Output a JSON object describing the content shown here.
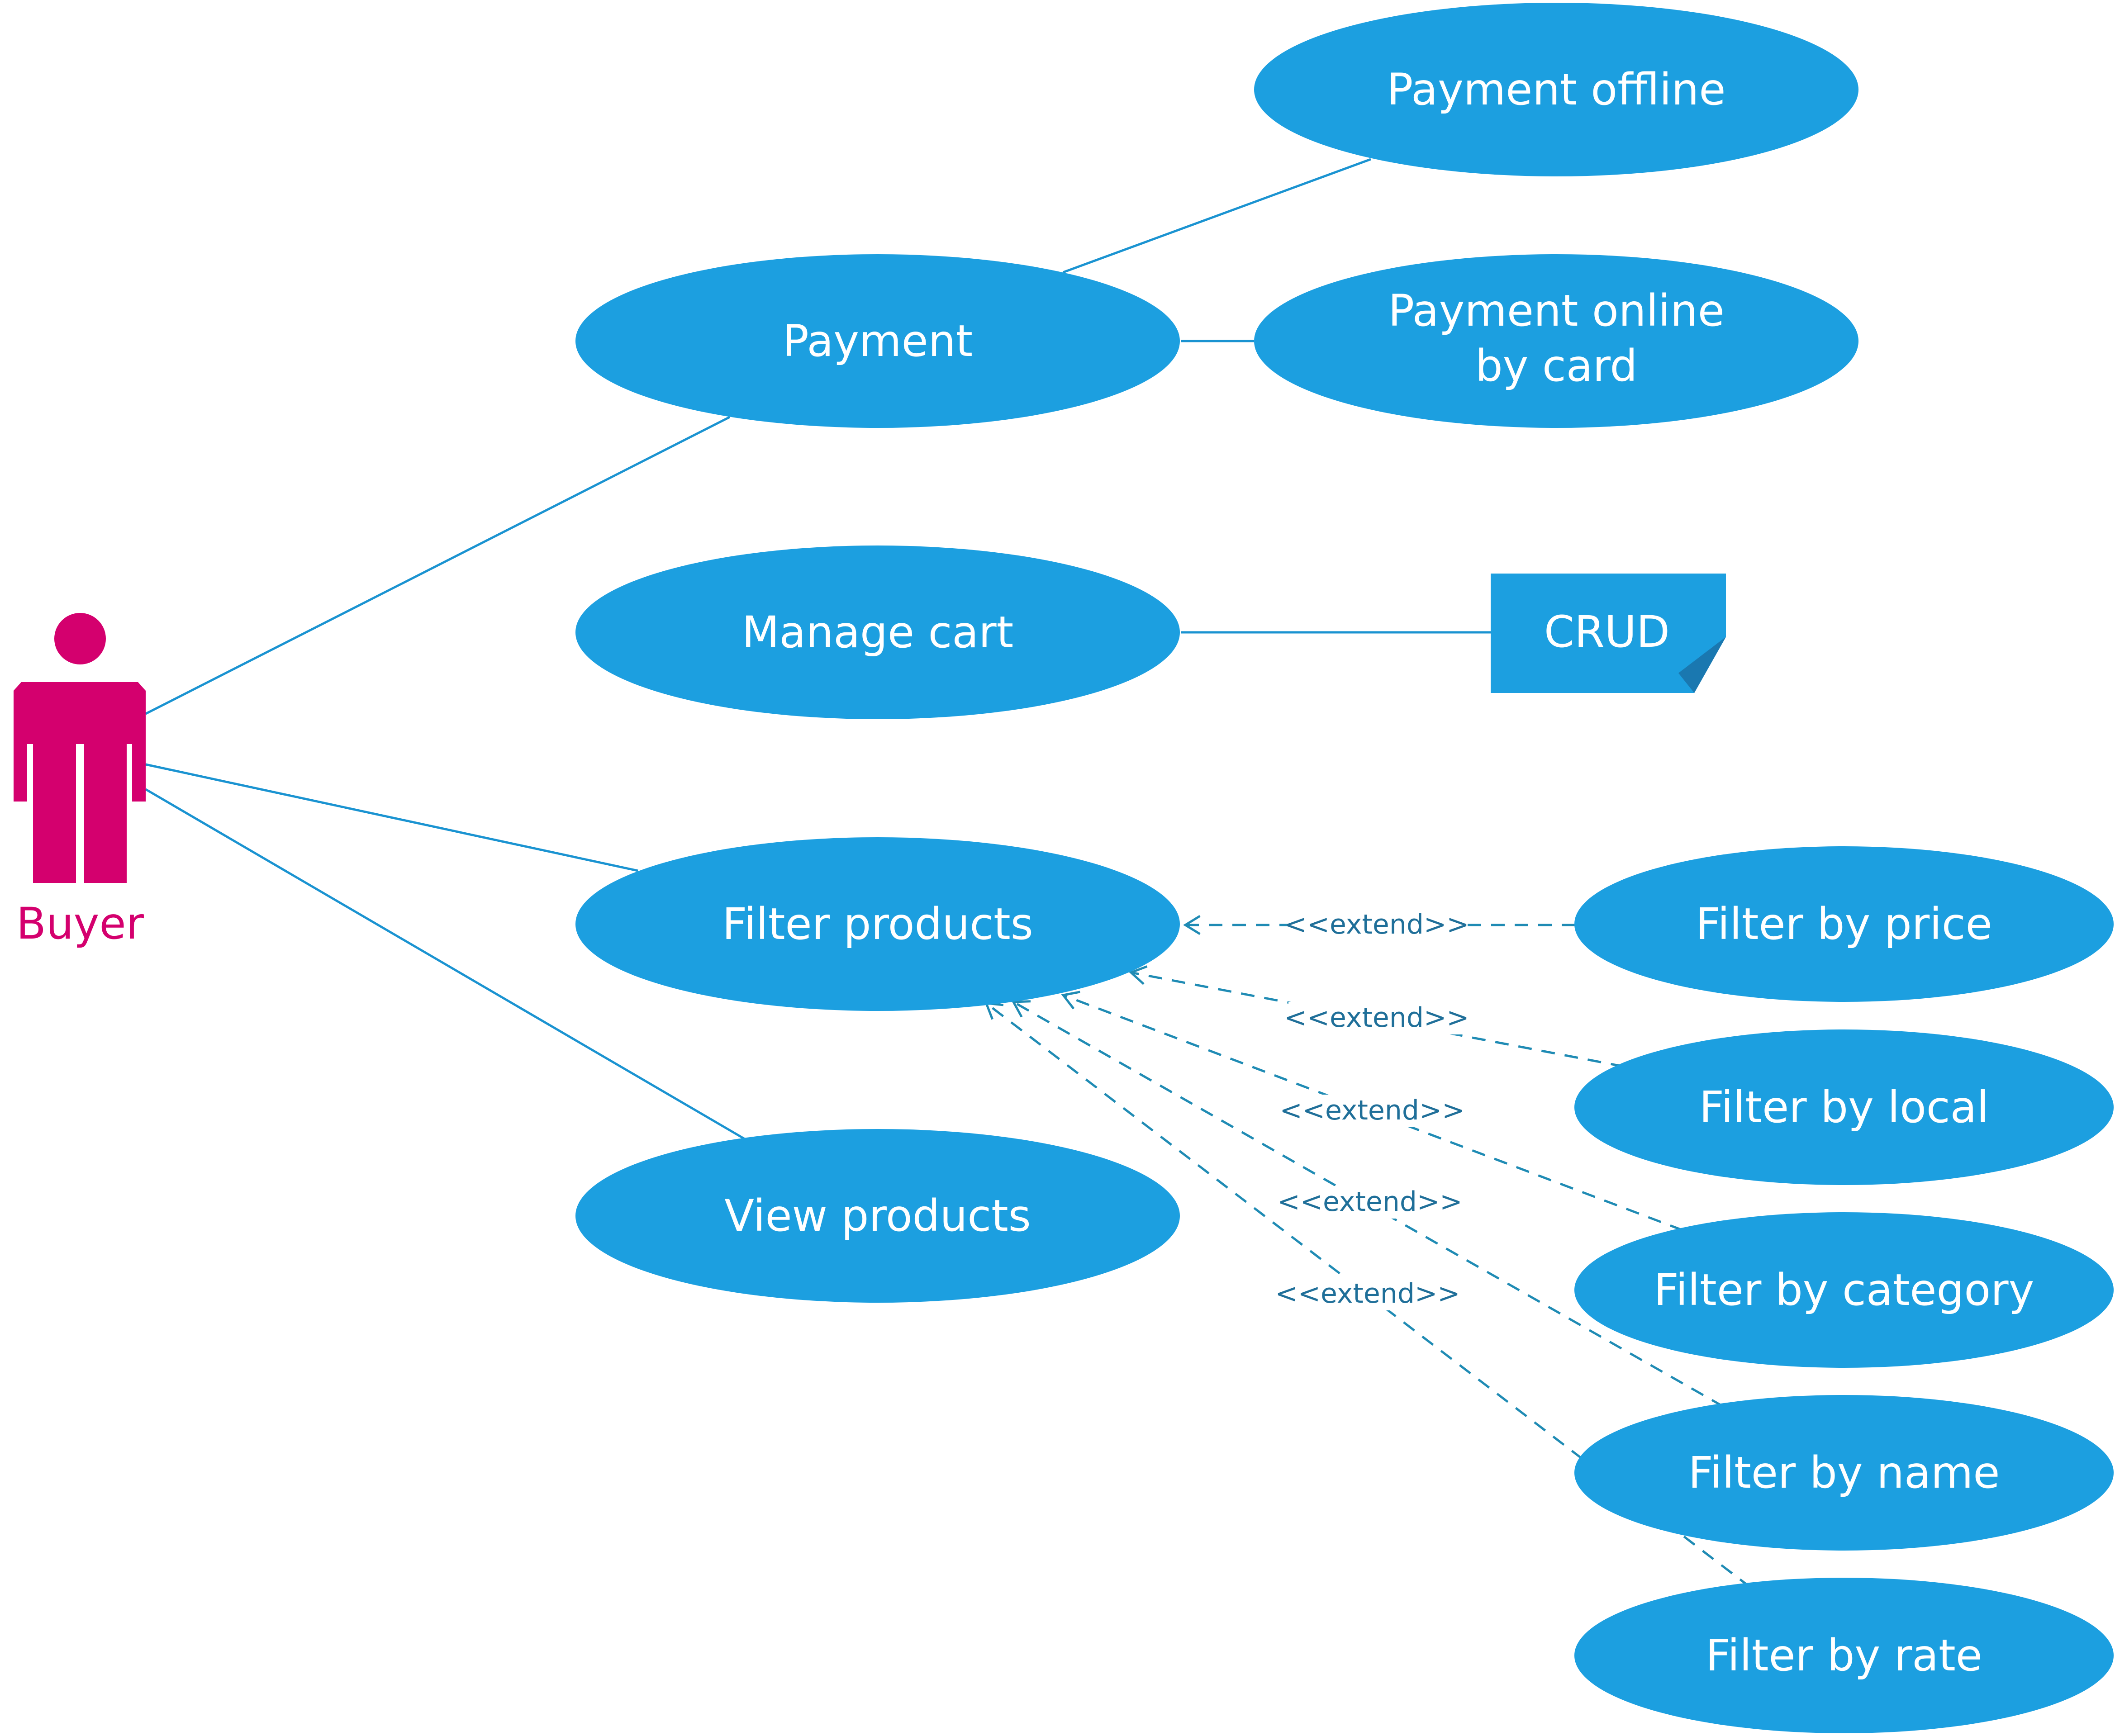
{
  "colors": {
    "use_case_fill": "#1c9fe0",
    "actor": "#d4006e",
    "note_fill": "#1c9fe0",
    "note_fold": "#1a78b0",
    "line": "#1a93d1",
    "extend_line": "#1f8bb4",
    "text_on_shape": "#ffffff"
  },
  "actor": {
    "name": "Buyer",
    "icon": "stick-person-icon"
  },
  "use_cases": {
    "payment": "Payment",
    "payment_offline": "Payment offline",
    "payment_online_line1": "Payment online",
    "payment_online_line2": "by card",
    "manage_cart": "Manage cart",
    "filter_products": "Filter products",
    "view_products": "View products",
    "filter_by_price": "Filter by price",
    "filter_by_local": "Filter by local",
    "filter_by_category": "Filter by category",
    "filter_by_name": "Filter by name",
    "filter_by_rate": "Filter by rate"
  },
  "note": {
    "text": "CRUD"
  },
  "relationships": {
    "extend_label": "<<extend>>"
  }
}
